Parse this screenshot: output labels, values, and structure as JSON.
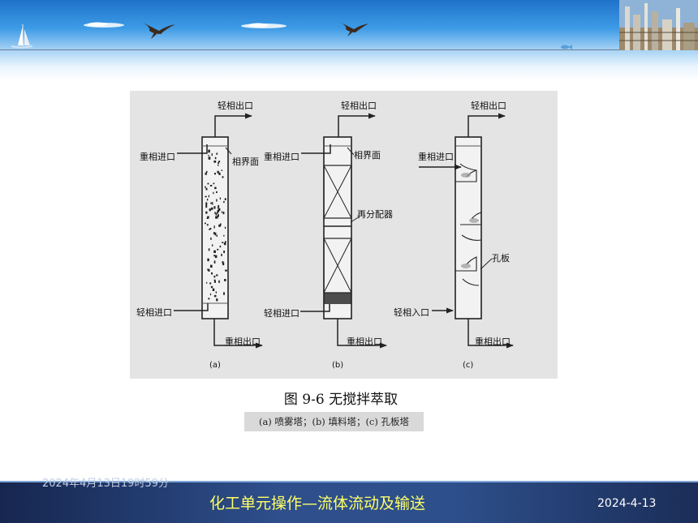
{
  "figure": {
    "panels": [
      {
        "id": "a",
        "panel_label": "(a)",
        "labels": {
          "light_out": "轻相出口",
          "heavy_in": "重相进口",
          "interface": "相界面",
          "light_in": "轻相进口",
          "heavy_out": "重相出口"
        }
      },
      {
        "id": "b",
        "panel_label": "(b)",
        "labels": {
          "light_out": "轻相出口",
          "heavy_in": "重相进口",
          "interface": "相界面",
          "redistributor": "再分配器",
          "light_in": "轻相进口",
          "heavy_out": "重相出口"
        }
      },
      {
        "id": "c",
        "panel_label": "(c)",
        "labels": {
          "light_out": "轻相出口",
          "heavy_in": "重相进口",
          "sieve_plate": "孔板",
          "light_in": "轻相入口",
          "heavy_out": "重相出口"
        }
      }
    ],
    "caption_title": "图 9-6  无搅拌萃取",
    "caption_subtitle": "(a) 喷雾塔；(b) 填料塔；(c) 孔板塔"
  },
  "footer": {
    "datetime": "2024年4月13日19时59分",
    "title": "化工单元操作—流体流动及输送",
    "date": "2024-4-13"
  },
  "colors": {
    "header_top": "#1f72c9",
    "footer_bar": "#2e4f8c",
    "footer_title": "#ffff66"
  }
}
